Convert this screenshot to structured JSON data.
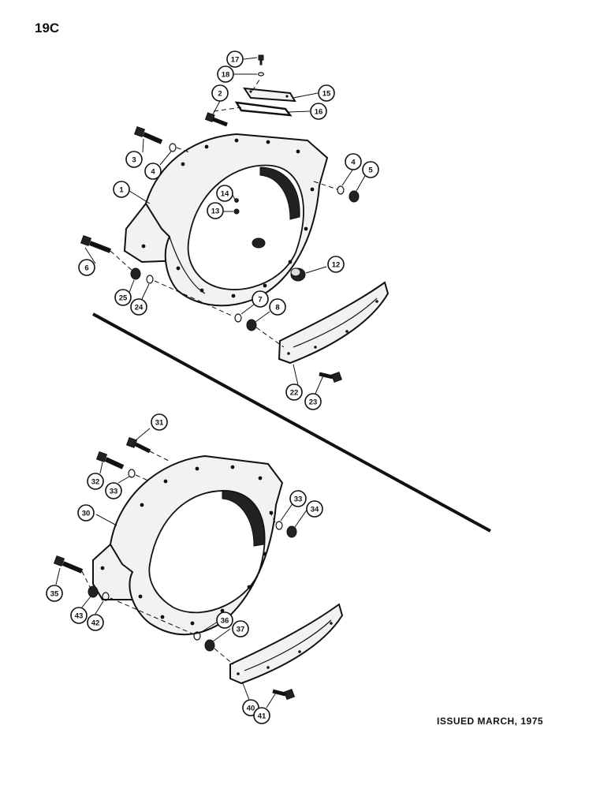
{
  "page": {
    "label": "19C",
    "issued": "ISSUED MARCH, 1975"
  },
  "callouts": [
    {
      "id": "c17",
      "label": "17"
    },
    {
      "id": "c18",
      "label": "18"
    },
    {
      "id": "c15",
      "label": "15"
    },
    {
      "id": "c16",
      "label": "16"
    },
    {
      "id": "c2",
      "label": "2"
    },
    {
      "id": "c3",
      "label": "3"
    },
    {
      "id": "c4a",
      "label": "4"
    },
    {
      "id": "c4b",
      "label": "4"
    },
    {
      "id": "c5",
      "label": "5"
    },
    {
      "id": "c1",
      "label": "1"
    },
    {
      "id": "c14",
      "label": "14"
    },
    {
      "id": "c13",
      "label": "13"
    },
    {
      "id": "c6",
      "label": "6"
    },
    {
      "id": "c12",
      "label": "12"
    },
    {
      "id": "c25",
      "label": "25"
    },
    {
      "id": "c24",
      "label": "24"
    },
    {
      "id": "c7",
      "label": "7"
    },
    {
      "id": "c8",
      "label": "8"
    },
    {
      "id": "c22",
      "label": "22"
    },
    {
      "id": "c23",
      "label": "23"
    },
    {
      "id": "c31",
      "label": "31"
    },
    {
      "id": "c32",
      "label": "32"
    },
    {
      "id": "c33a",
      "label": "33"
    },
    {
      "id": "c30",
      "label": "30"
    },
    {
      "id": "c33b",
      "label": "33"
    },
    {
      "id": "c34",
      "label": "34"
    },
    {
      "id": "c35",
      "label": "35"
    },
    {
      "id": "c43",
      "label": "43"
    },
    {
      "id": "c42",
      "label": "42"
    },
    {
      "id": "c36",
      "label": "36"
    },
    {
      "id": "c37",
      "label": "37"
    },
    {
      "id": "c40",
      "label": "40"
    },
    {
      "id": "c41",
      "label": "41"
    }
  ]
}
